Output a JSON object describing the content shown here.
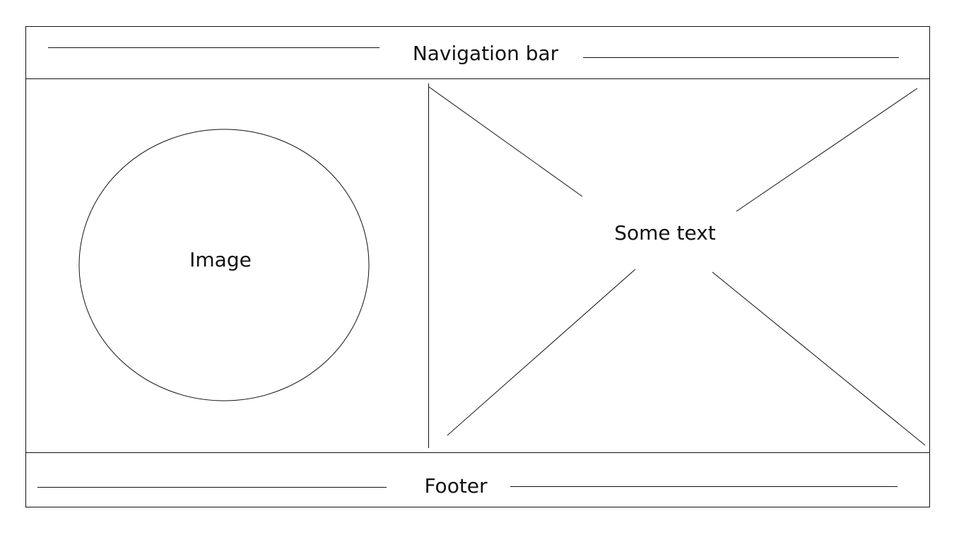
{
  "navigation": {
    "label": "Navigation bar"
  },
  "image_panel": {
    "label": "Image"
  },
  "text_panel": {
    "label": "Some text"
  },
  "footer": {
    "label": "Footer"
  },
  "colors": {
    "stroke": "#111111",
    "background": "#ffffff"
  }
}
